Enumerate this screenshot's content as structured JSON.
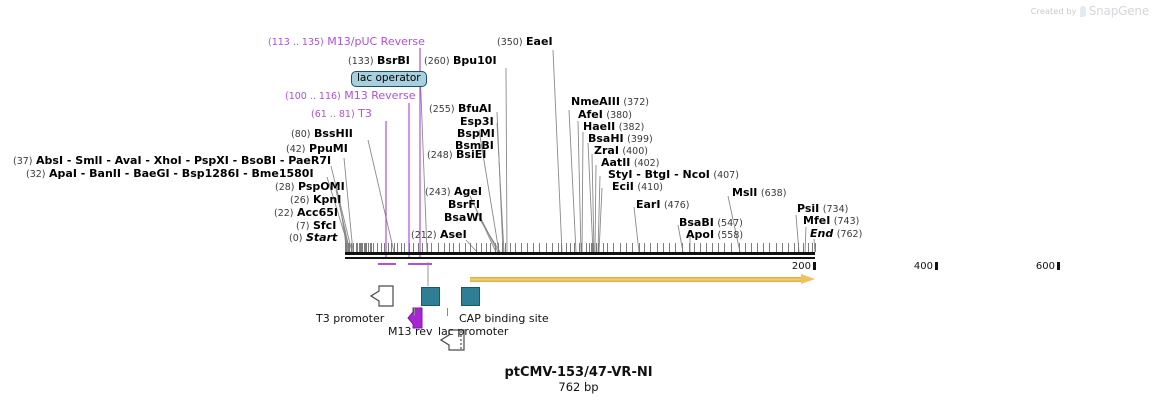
{
  "watermark": {
    "created_by": "Created by",
    "brand": "SnapGene"
  },
  "plasmid": {
    "name": "ptCMV-153/47-VR-NI",
    "length": "762 bp"
  },
  "ruler": {
    "ticks": [
      {
        "label": "200",
        "value": 200
      },
      {
        "label": "400",
        "value": 400
      },
      {
        "label": "600",
        "value": 600
      }
    ]
  },
  "annotations": [
    {
      "range": "(113 .. 135)",
      "name": "M13/pUC Reverse"
    },
    {
      "range": "(100 .. 116)",
      "name": "M13 Reverse"
    },
    {
      "range": "(61 .. 81)",
      "name": "T3"
    }
  ],
  "badges": [
    {
      "name": "lac operator"
    }
  ],
  "sites": [
    {
      "pos": "(37)",
      "names": "AbsI  - SmlI  - AvaI  - XhoI  - PspXI  - BsoBI  - PaeR7I"
    },
    {
      "pos": "(32)",
      "names": "ApaI  - BanII - BaeGI - Bsp1286I - Bme1580I"
    },
    {
      "pos": "(42)",
      "names": "PpuMI"
    },
    {
      "pos": "(28)",
      "names": "PspOMI"
    },
    {
      "pos": "(26)",
      "names": "KpnI"
    },
    {
      "pos": "(22)",
      "names": "Acc65I"
    },
    {
      "pos": "(7)",
      "names": "SfcI"
    },
    {
      "pos": "(0)",
      "names": "Start"
    },
    {
      "pos": "(80)",
      "names": "BssHII"
    },
    {
      "pos": "(133)",
      "names": "BsrBI"
    },
    {
      "pos": "(212)",
      "names": "AseI"
    },
    {
      "pos": "(243)",
      "names": "AgeI"
    },
    {
      "pos": "",
      "names": "BsrFI"
    },
    {
      "pos": "",
      "names": "BsaWI"
    },
    {
      "pos": "(248)",
      "names": "BsiEI"
    },
    {
      "pos": "(255)",
      "names": "BfuAI"
    },
    {
      "pos": "",
      "names": "Esp3I"
    },
    {
      "pos": "",
      "names": "BspMI"
    },
    {
      "pos": "",
      "names": "BsmBI"
    },
    {
      "pos": "(260)",
      "names": "Bpu10I"
    },
    {
      "pos": "(350)",
      "names": "EaeI"
    },
    {
      "pos": "(372)",
      "names": "NmeAIII"
    },
    {
      "pos": "(380)",
      "names": "AfeI"
    },
    {
      "pos": "(382)",
      "names": "HaeII"
    },
    {
      "pos": "(399)",
      "names": "BsaHI"
    },
    {
      "pos": "(400)",
      "names": "ZraI"
    },
    {
      "pos": "(402)",
      "names": "AatII"
    },
    {
      "pos": "(407)",
      "names": "StyI  - BtgI  - NcoI"
    },
    {
      "pos": "(410)",
      "names": "EciI"
    },
    {
      "pos": "(476)",
      "names": "EarI"
    },
    {
      "pos": "(547)",
      "names": "BsaBI"
    },
    {
      "pos": "(558)",
      "names": "ApoI"
    },
    {
      "pos": "(638)",
      "names": "MslI"
    },
    {
      "pos": "(734)",
      "names": "PsiI"
    },
    {
      "pos": "(743)",
      "names": "MfeI"
    },
    {
      "pos": "(762)",
      "names": "End"
    }
  ],
  "features": [
    {
      "name": "T3 promoter",
      "glyph": "arrow-left-white"
    },
    {
      "name": "M13 rev",
      "glyph": "arrow-left-purple"
    },
    {
      "name": "lac operator",
      "glyph": "square-teal"
    },
    {
      "name": "lac promoter",
      "glyph": "arrow-left-white-dotted"
    },
    {
      "name": "CAP binding site",
      "glyph": "square-teal"
    }
  ],
  "colors": {
    "purple": "#b14fd8",
    "teal": "#2e7f96",
    "teal_border": "#16596d",
    "orange": "#e0ad3c",
    "badge_fill": "#a8cfdd",
    "backbone": "#111111",
    "leader": "#8a8a8a"
  }
}
